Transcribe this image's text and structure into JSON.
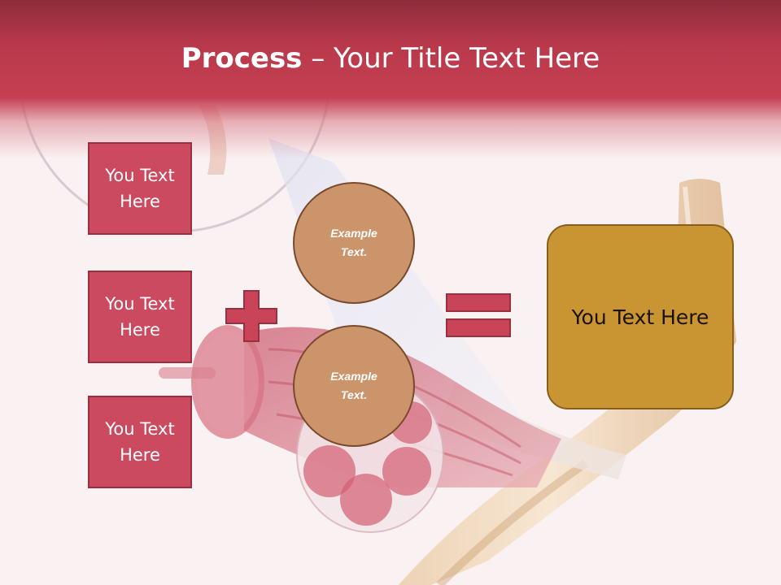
{
  "slide": {
    "title_bold": "Process",
    "title_rest": " – Your Title Text Here",
    "boxes": [
      {
        "label": "You Text Here"
      },
      {
        "label": "You Text Here"
      },
      {
        "label": "You Text Here"
      }
    ],
    "circles": [
      {
        "label": "Example Text."
      },
      {
        "label": "Example Text."
      }
    ],
    "result_label": "You Text Here"
  },
  "icons": {
    "plus": "plus-icon",
    "equals": "equals-icon"
  },
  "colors": {
    "header": "#c63f52",
    "box_fill": "#cb4a5f",
    "circle_fill": "#cc946a",
    "result_fill": "#c99532",
    "operator": "#c94458"
  }
}
